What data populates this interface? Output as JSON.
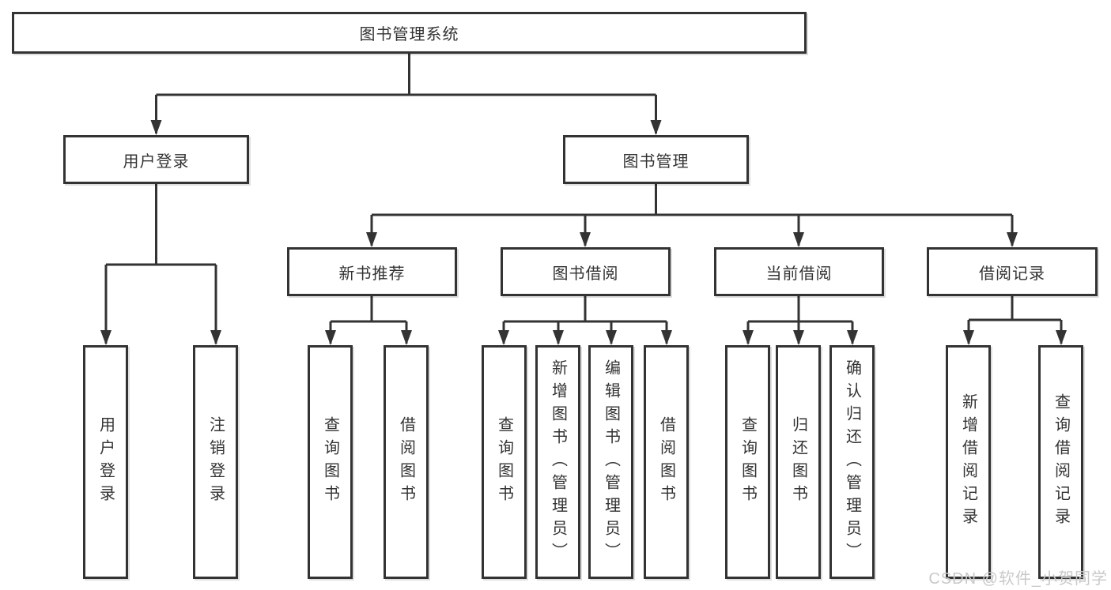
{
  "colors": {
    "line": "#333333",
    "border": "#333333",
    "text": "#333333",
    "watermark": "#c9c9c9",
    "bg": "#ffffff"
  },
  "watermark": {
    "text": "CSDN @软件_小贺同学"
  },
  "tree": {
    "label": "图书管理系统",
    "children": [
      {
        "label": "用户登录",
        "children": [
          {
            "label": "用户登录"
          },
          {
            "label": "注销登录"
          }
        ]
      },
      {
        "label": "图书管理",
        "children": [
          {
            "label": "新书推荐",
            "children": [
              {
                "label": "查询图书"
              },
              {
                "label": "借阅图书"
              }
            ]
          },
          {
            "label": "图书借阅",
            "children": [
              {
                "label": "查询图书"
              },
              {
                "label": "新增图书（管理员）"
              },
              {
                "label": "编辑图书（管理员）"
              },
              {
                "label": "借阅图书"
              }
            ]
          },
          {
            "label": "当前借阅",
            "children": [
              {
                "label": "查询图书"
              },
              {
                "label": "归还图书"
              },
              {
                "label": "确认归还（管理员）"
              }
            ]
          },
          {
            "label": "借阅记录",
            "children": [
              {
                "label": "新增借阅记录"
              },
              {
                "label": "查询借阅记录"
              }
            ]
          }
        ]
      }
    ]
  }
}
